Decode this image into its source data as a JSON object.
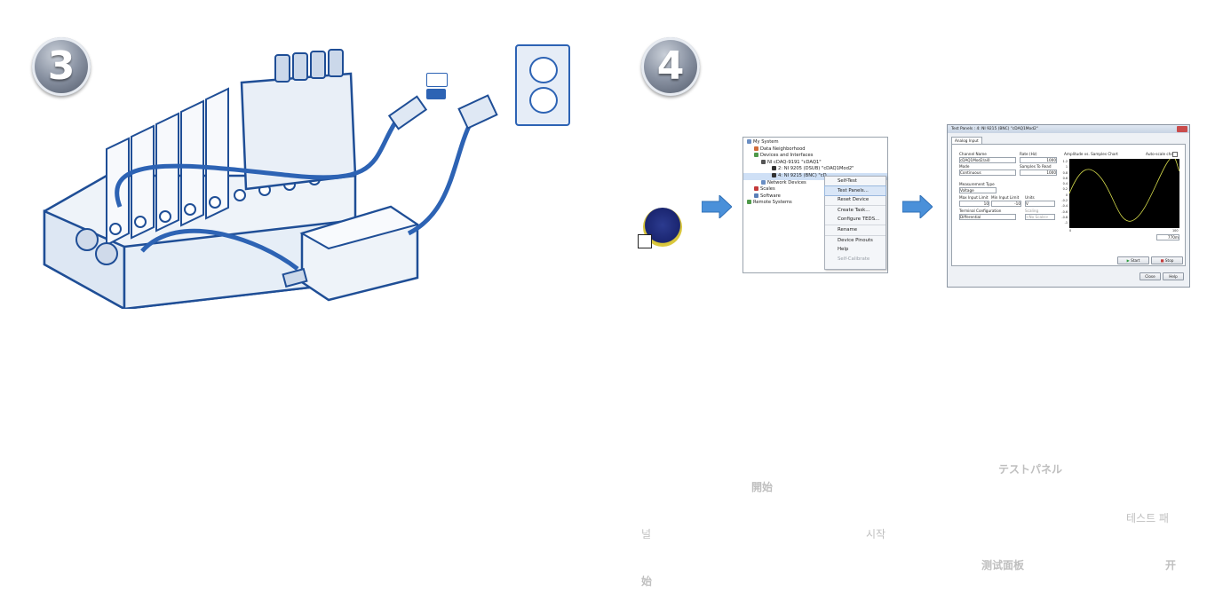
{
  "steps": {
    "left": "3",
    "right": "4"
  },
  "explorer": {
    "items": [
      "My System",
      "Data Neighborhood",
      "Devices and Interfaces",
      "NI cDAQ-9191 \"cDAQ1\"",
      "2: NI 9205 (DSUB) \"cDAQ1Mod2\"",
      "4: NI 9215 (BNC) \"cD",
      "Network Devices",
      "Scales",
      "Software",
      "Remote Systems"
    ]
  },
  "context_menu": {
    "items": [
      "Self-Test",
      "Test Panels...",
      "Reset Device",
      "Create Task...",
      "Configure TEDS...",
      "Rename",
      "Device Pinouts",
      "Help",
      "Self-Calibrate"
    ]
  },
  "test_panel": {
    "title": "Test Panels : 4: NI 9215 (BNC) \"cDAQ1Mod2\"",
    "tab": "Analog Input",
    "channel_name_label": "Channel Name",
    "channel_name_value": "cDAQ1Mod2/ai0",
    "rate_label": "Rate (Hz)",
    "rate_value": "1000",
    "mode_label": "Mode",
    "mode_value": "Continuous",
    "samples_label": "Samples To Read",
    "samples_value": "1000",
    "measurement_type_label": "Measurement Type",
    "measurement_type_value": "Voltage",
    "max_label": "Max Input Limit",
    "max_value": "10",
    "min_label": "Min Input Limit",
    "min_value": "-10",
    "units_label": "Units",
    "units_value": "V",
    "terminal_label": "Terminal Configuration",
    "terminal_value": "Differential",
    "scaling_label": "Scaling",
    "scaling_value": "<No Scale>",
    "chart_title": "Amplitude vs. Samples Chart",
    "autoscale_label": "Auto-scale chart",
    "y_ticks": [
      "1.2",
      "1",
      "0.8",
      "0.6",
      "0.4",
      "0.2",
      "0",
      "-0.2",
      "-0.4",
      "-0.6",
      "-0.8",
      "-1"
    ],
    "x_min": "0",
    "x_max": "100",
    "zoom_value": "770m",
    "start_label": "Start",
    "stop_label": "Stop",
    "close_label": "Close",
    "help_label": "Help"
  },
  "captions": {
    "jp_test_panel": "テストパネル",
    "jp_start": "開始",
    "ko_test_panel_1": "테스트 패",
    "ko_test_panel_2": "널",
    "ko_start": "시작",
    "zh_test_panel": "测试面板",
    "zh_start_1": "开",
    "zh_start_2": "始"
  },
  "colors": {
    "arrow": "#4a90d9",
    "cable": "#2d63b4",
    "signal": "#d7dd4c",
    "chart_bg": "#000000"
  }
}
